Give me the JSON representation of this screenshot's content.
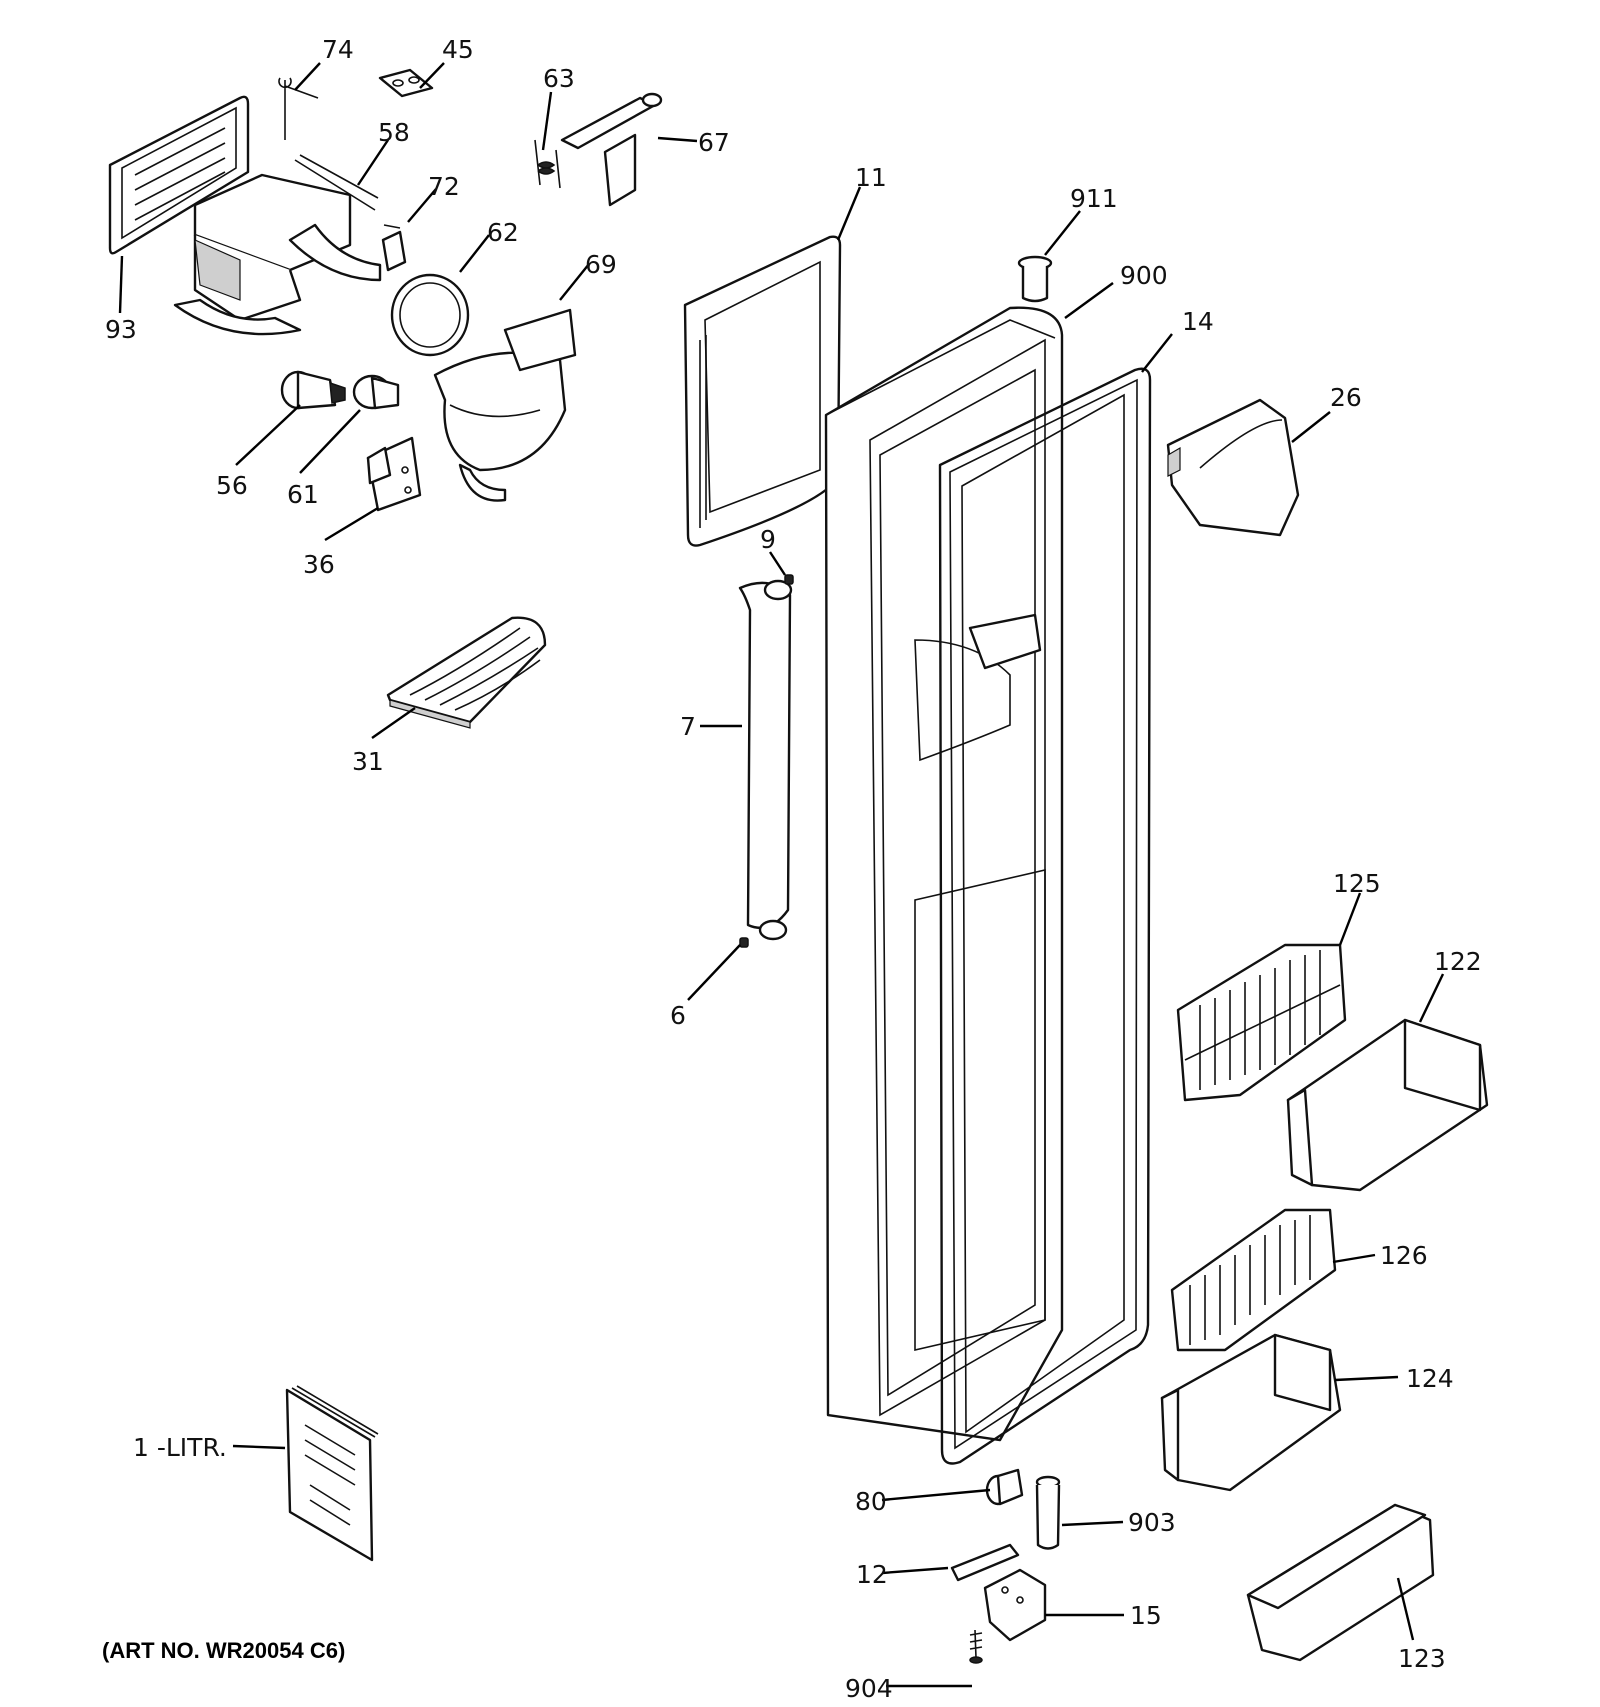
{
  "diagram": {
    "art_number": "(ART NO. WR20054 C6)",
    "callouts": [
      {
        "id": "74",
        "label": "74"
      },
      {
        "id": "45",
        "label": "45"
      },
      {
        "id": "63",
        "label": "63"
      },
      {
        "id": "67",
        "label": "67"
      },
      {
        "id": "58",
        "label": "58"
      },
      {
        "id": "72",
        "label": "72"
      },
      {
        "id": "62",
        "label": "62"
      },
      {
        "id": "69",
        "label": "69"
      },
      {
        "id": "93",
        "label": "93"
      },
      {
        "id": "56",
        "label": "56"
      },
      {
        "id": "61",
        "label": "61"
      },
      {
        "id": "36",
        "label": "36"
      },
      {
        "id": "31",
        "label": "31"
      },
      {
        "id": "11",
        "label": "11"
      },
      {
        "id": "911",
        "label": "911"
      },
      {
        "id": "900",
        "label": "900"
      },
      {
        "id": "14",
        "label": "14"
      },
      {
        "id": "26",
        "label": "26"
      },
      {
        "id": "9",
        "label": "9"
      },
      {
        "id": "7",
        "label": "7"
      },
      {
        "id": "6",
        "label": "6"
      },
      {
        "id": "125",
        "label": "125"
      },
      {
        "id": "122",
        "label": "122"
      },
      {
        "id": "126",
        "label": "126"
      },
      {
        "id": "124",
        "label": "124"
      },
      {
        "id": "1-litr",
        "label": "1 -LITR."
      },
      {
        "id": "80",
        "label": "80"
      },
      {
        "id": "903",
        "label": "903"
      },
      {
        "id": "12",
        "label": "12"
      },
      {
        "id": "15",
        "label": "15"
      },
      {
        "id": "904",
        "label": "904"
      },
      {
        "id": "123",
        "label": "123"
      }
    ]
  }
}
